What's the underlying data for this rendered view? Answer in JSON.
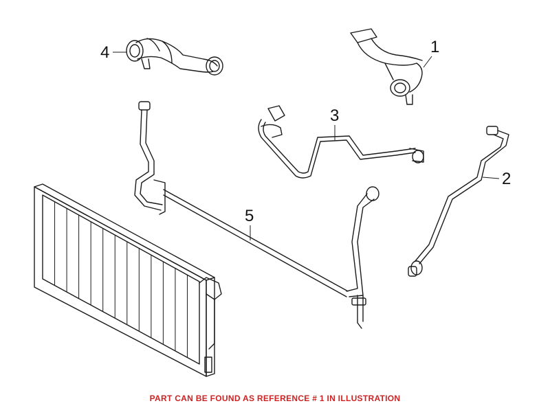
{
  "callouts": [
    {
      "id": "1",
      "label": "1"
    },
    {
      "id": "2",
      "label": "2"
    },
    {
      "id": "3",
      "label": "3"
    },
    {
      "id": "4",
      "label": "4"
    },
    {
      "id": "5",
      "label": "5"
    }
  ],
  "footer": {
    "note": "PART CAN BE FOUND AS REFERENCE # 1 IN ILLUSTRATION",
    "color": "#cc2222"
  },
  "colors": {
    "line": "#1a1a1a",
    "background": "#ffffff"
  }
}
